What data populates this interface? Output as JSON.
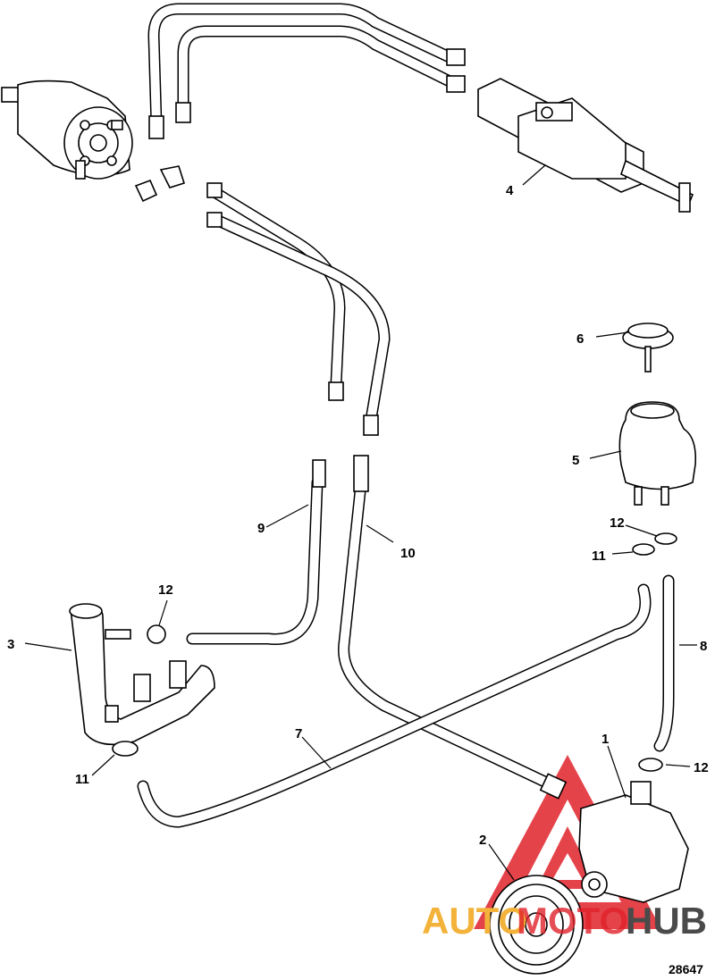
{
  "diagram": {
    "reference_number": "28647",
    "watermark": {
      "part1": "AUTO",
      "part2": "MOTO",
      "part3": "HUB",
      "color_primary": "#f3b23a",
      "color_secondary": "#e0222a",
      "color_tertiary": "#4a4a4a"
    },
    "callouts": [
      {
        "id": "1",
        "label": "1"
      },
      {
        "id": "2",
        "label": "2"
      },
      {
        "id": "3",
        "label": "3"
      },
      {
        "id": "4",
        "label": "4"
      },
      {
        "id": "5",
        "label": "5"
      },
      {
        "id": "6",
        "label": "6"
      },
      {
        "id": "7",
        "label": "7"
      },
      {
        "id": "8",
        "label": "8"
      },
      {
        "id": "9",
        "label": "9"
      },
      {
        "id": "10",
        "label": "10"
      },
      {
        "id": "11a",
        "label": "11"
      },
      {
        "id": "11b",
        "label": "11"
      },
      {
        "id": "12a",
        "label": "12"
      },
      {
        "id": "12b",
        "label": "12"
      },
      {
        "id": "12c",
        "label": "12"
      }
    ]
  }
}
